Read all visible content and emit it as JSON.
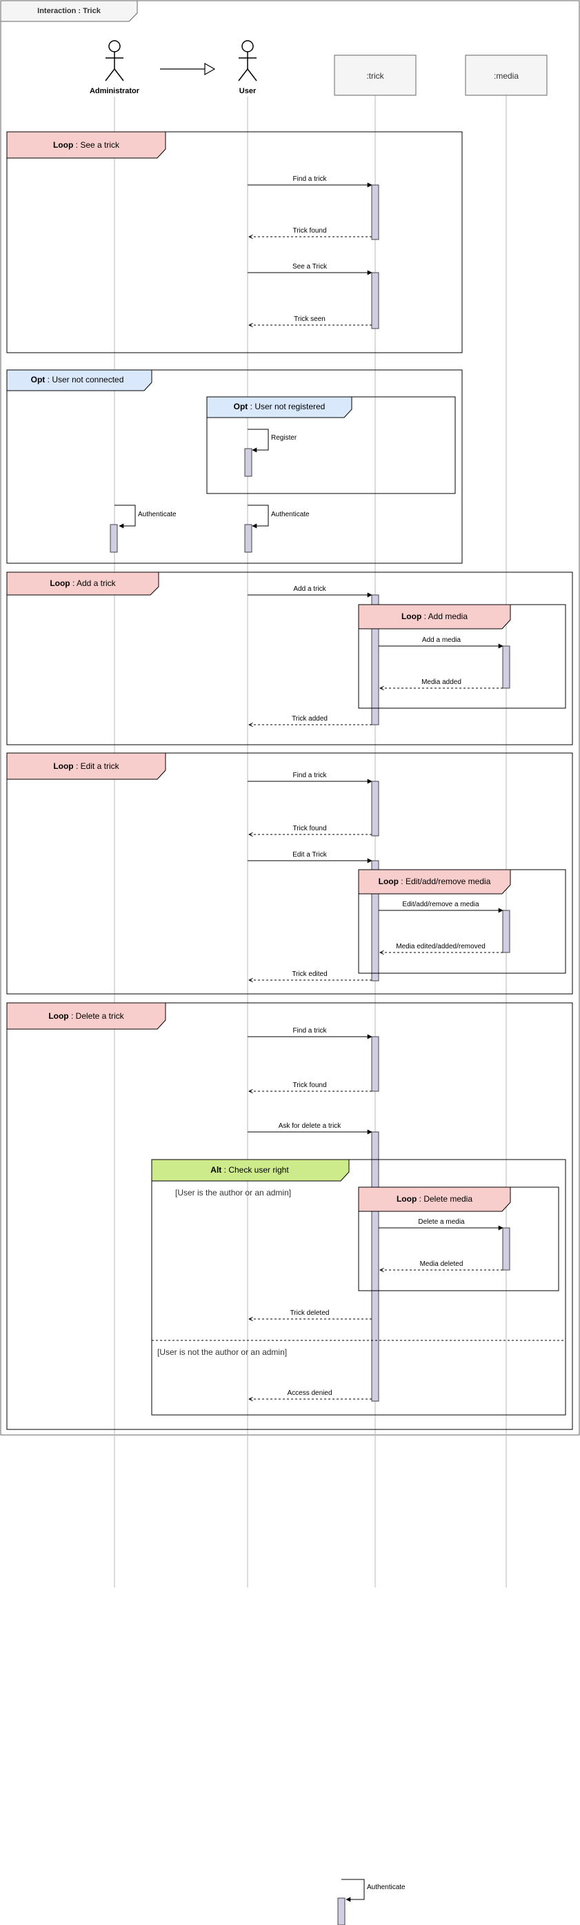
{
  "title": "Interaction : Trick",
  "actors": {
    "admin": "Administrator",
    "user": "User"
  },
  "lifelines": {
    "trick": ":trick",
    "media": ":media"
  },
  "frames": {
    "see": {
      "kind": "Loop",
      "label": "See a trick"
    },
    "not_connected": {
      "kind": "Opt",
      "label": "User not connected"
    },
    "not_registered": {
      "kind": "Opt",
      "label": "User not registered"
    },
    "add": {
      "kind": "Loop",
      "label": "Add a trick"
    },
    "add_media": {
      "kind": "Loop",
      "label": "Add media"
    },
    "edit": {
      "kind": "Loop",
      "label": "Edit a trick"
    },
    "edit_media": {
      "kind": "Loop",
      "label": "Edit/add/remove media"
    },
    "delete": {
      "kind": "Loop",
      "label": "Delete a trick"
    },
    "alt": {
      "kind": "Alt",
      "label": "Check user right"
    },
    "delete_media": {
      "kind": "Loop",
      "label": "Delete media"
    }
  },
  "guards": {
    "author": "[User is the author or an admin]",
    "not_author": "[User is not the author or an admin]"
  },
  "messages": {
    "find_1": "Find a trick",
    "found_1": "Trick found",
    "see_trick": "See a Trick",
    "seen": "Trick seen",
    "register": "Register",
    "auth_admin": "Authenticate",
    "auth_user": "Authenticate",
    "add_trick": "Add a trick",
    "add_media": "Add a media",
    "media_added": "Media added",
    "trick_added": "Trick added",
    "find_2": "Find a trick",
    "found_2": "Trick found",
    "edit_trick": "Edit a Trick",
    "edit_media": "Edit/add/remove a media",
    "media_edited": "Media edited/added/removed",
    "trick_edited": "Trick edited",
    "find_3": "Find a trick",
    "found_3": "Trick found",
    "ask_delete": "Ask for delete a trick",
    "delete_media": "Delete a media",
    "media_deleted": "Media deleted",
    "trick_deleted": "Trick deleted",
    "access_denied": "Access denied",
    "auth_stray": "Authenticate"
  },
  "colors": {
    "loop_header": "#f8cecc",
    "opt_header": "#dae8fc",
    "alt_header": "#cdeb8b",
    "activation": "#d0cee2",
    "title_header": "#f5f5f5",
    "lifeline_box": "#f5f5f5"
  }
}
